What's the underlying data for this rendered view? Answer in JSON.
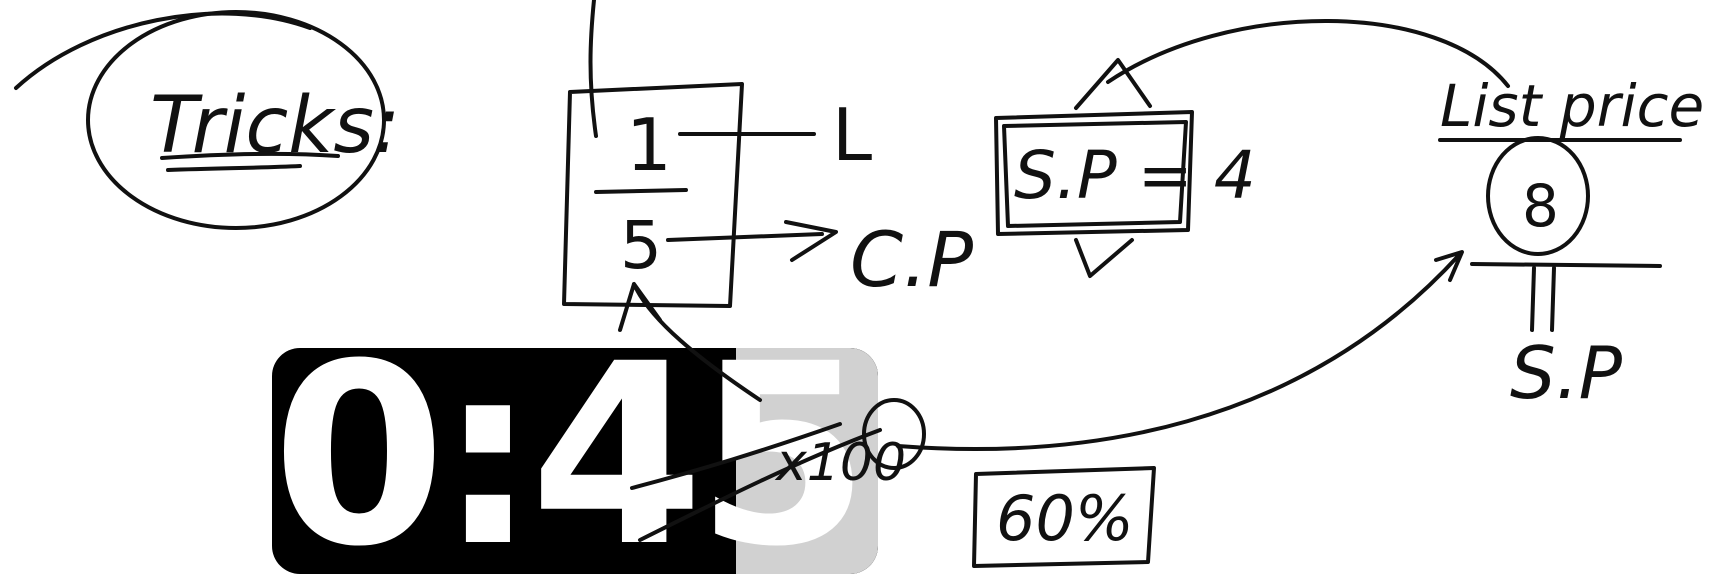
{
  "timer": {
    "display": "0:45"
  },
  "notes": {
    "heading": "Tricks:",
    "fraction_numerator": "1",
    "fraction_denominator": "5",
    "label_l": "L",
    "label_cp": "C.P",
    "sp_box": "S.P = 4",
    "list_price_label": "List price",
    "list_price_value": "8",
    "sp_label": "S.P",
    "times_hundred": "x100",
    "percent_box": "60%"
  }
}
